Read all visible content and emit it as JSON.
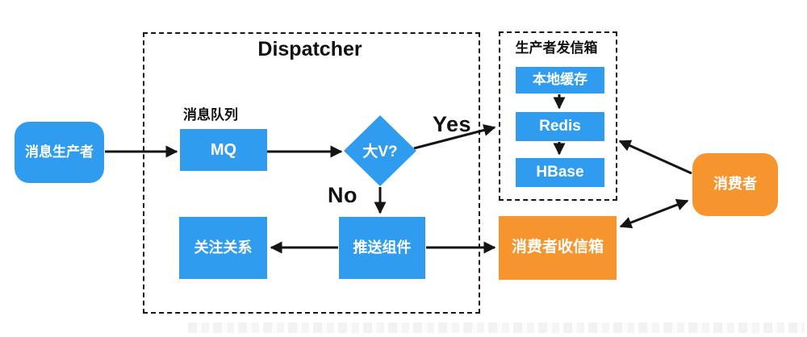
{
  "title": "Dispatcher",
  "labels": {
    "queue": "消息队列",
    "yes": "Yes",
    "no": "No",
    "outbox_title": "生产者发信箱"
  },
  "nodes": {
    "producer": "消息生产者",
    "mq": "MQ",
    "decision": "大V?",
    "follow": "关注关系",
    "push": "推送组件",
    "cache": "本地缓存",
    "redis": "Redis",
    "hbase": "HBase",
    "inbox": "消费者收信箱",
    "consumer": "消费者"
  },
  "colors": {
    "node_blue": "#2F9CEF",
    "node_orange": "#F6942D",
    "arrow": "#151515",
    "label_text": "#111111",
    "text_on_node": "#FFFFFF"
  }
}
